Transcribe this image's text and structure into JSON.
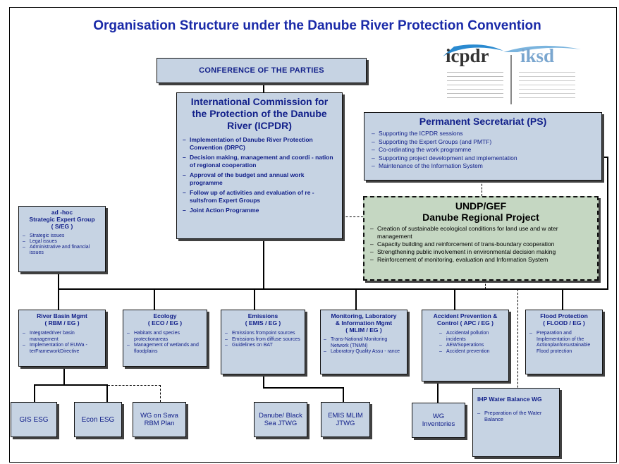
{
  "title": "Organisation Structure under the Danube River Protection Convention",
  "logo": {
    "icpdr": "icpdr",
    "iksd": "iksd"
  },
  "cop": {
    "label": "CONFERENCE OF THE PARTIES"
  },
  "icpdr": {
    "title": "International Commission for the Protection of the Danube River (ICPDR)",
    "items": [
      "Implementation of Danube River Protection Convention (DRPC)",
      "Decision making, management and coordi - nation of regional cooperation",
      "Approval of the budget and annual work programme",
      "Follow up of activities and evaluation of re - sultsfrom Expert Groups",
      "Joint Action Programme"
    ]
  },
  "ps": {
    "title": "Permanent Secretariat (PS)",
    "items": [
      "Supporting the ICPDR sessions",
      "Supporting the Expert Groups (and PMTF)",
      "Co-ordinating the work programme",
      "Supporting project development and implementation",
      "Maintenance of the Information System"
    ]
  },
  "undp": {
    "title1": "UNDP/GEF",
    "title2": "Danube Regional Project",
    "items": [
      "Creation of sustainable ecological conditions for land use and w ater management",
      "Capacity building and reinforcement of trans-boundary cooperation",
      "Strengthening public involvement in environmental decision making",
      "Reinforcement of monitoring, evaluation and Information System"
    ]
  },
  "adhoc": {
    "line1": "ad -hoc",
    "line2": "Strategic Expert Group",
    "line3": "( S/EG )",
    "items": [
      "Strategic issues",
      "Legal issues",
      "Administrative and financial issues"
    ]
  },
  "groups": {
    "rbm": {
      "t1": "River Basin Mgmt",
      "t2": "( RBM / EG )",
      "items": [
        "Integratedriver basin management",
        "Implementation of EUWa - terFrameworkDirective"
      ]
    },
    "eco": {
      "t1": "Ecology",
      "t2": "( ECO / EG )",
      "items": [
        "Habitats and species protectionareas",
        "Management of wetlands and floodplains"
      ]
    },
    "emis": {
      "t1": "Emissions",
      "t2": "( EMIS / EG )",
      "items": [
        "Emissions frompoint sources",
        "Emissions from diffuse sources",
        "Guidelines on BAT"
      ]
    },
    "mlim": {
      "t1": "Monitoring, Laboratory",
      "t2": "& Information Mgmt",
      "t3": "( MLIM / EG )",
      "items": [
        "Trans-National Monitoring Network (TNMN)",
        "Laboratory Quality Assu - rance"
      ]
    },
    "apc": {
      "t1": "Accident Prevention &",
      "t2": "Control ( APC / EG )",
      "items": [
        "Accidental pollution incidents",
        "AEWSoperations",
        "Accident prevention"
      ]
    },
    "flood": {
      "t1": "Flood Protection",
      "t2": "( FLOOD / EG )",
      "items": [
        "Preparation and Implementation of the Actionplanforsustainable Flood protection"
      ]
    }
  },
  "sub": {
    "gis": "GIS ESG",
    "econ": "Econ ESG",
    "sava": "WG on Sava RBM Plan",
    "danube": "Danube/ Black Sea JTWG",
    "emis_mlim": "EMIS MLIM JTWG",
    "wg_inv": "WG Inventories"
  },
  "ihp": {
    "title": "IHP Water Balance WG",
    "items": [
      "Preparation of the Water Balance"
    ]
  }
}
